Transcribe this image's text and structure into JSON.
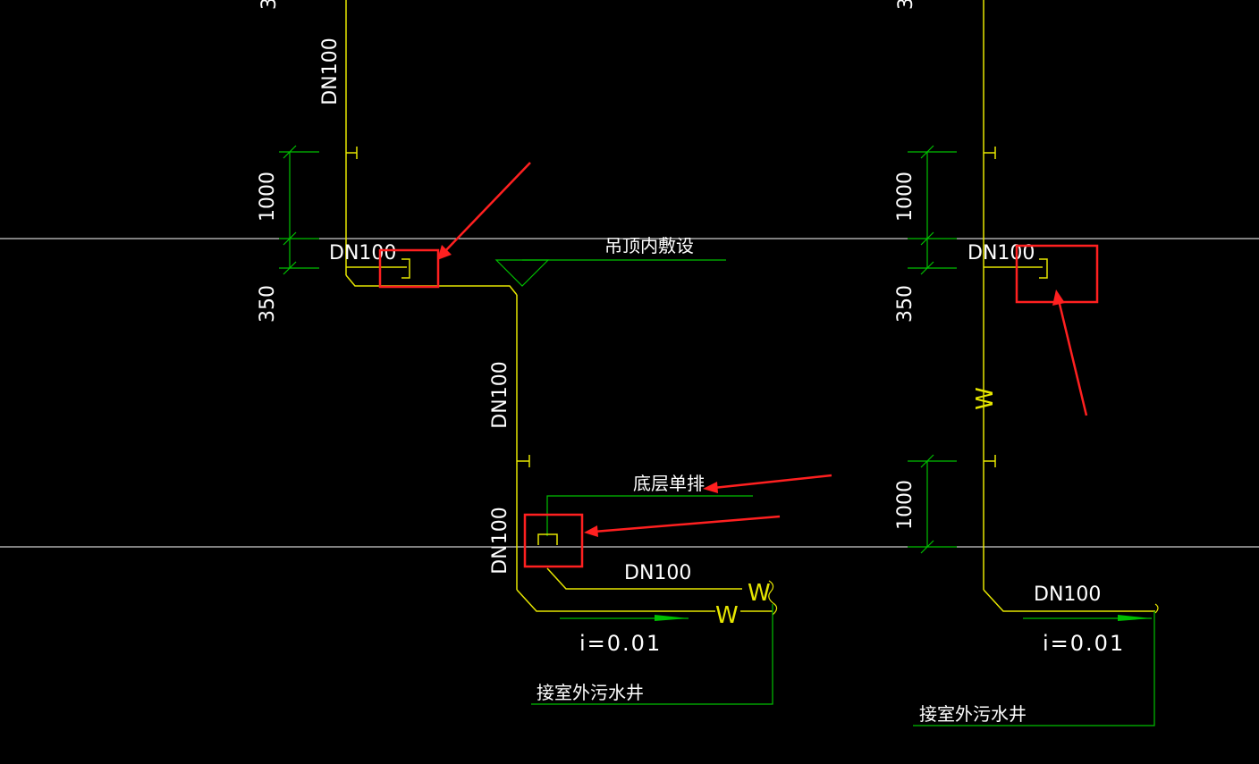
{
  "colors": {
    "background": "#000000",
    "pipe": "#e6e600",
    "dimension": "#00c000",
    "leader": "#00c000",
    "text": "#ffffff",
    "grid": "#ffffff",
    "highlight_box": "#ff2020",
    "arrow": "#ff2020"
  },
  "left_riser": {
    "top_dimension_fragment": "3",
    "riser_upper_pipe_label": "DN100",
    "dimension_1000": "1000",
    "dimension_350": "350",
    "horizontal_pipe_label": "DN100",
    "ceiling_note": "吊顶内敷设"
  },
  "middle_riser": {
    "upper_pipe_label": "DN100",
    "lower_pipe_label": "DN100",
    "ground_floor_note": "底层单排",
    "outlet_pipe_label": "DN100",
    "waste_marks": [
      "W",
      "W"
    ],
    "slope": "i=0.01",
    "sewer_note": "接室外污水井"
  },
  "right_riser": {
    "top_dimension_fragment": "3",
    "dimension_1000_upper": "1000",
    "dimension_350": "350",
    "horizontal_pipe_label": "DN100",
    "waste_mark": "W",
    "dimension_1000_lower": "1000",
    "outlet_pipe_label": "DN100",
    "slope": "i=0.01",
    "sewer_note": "接室外污水井"
  }
}
